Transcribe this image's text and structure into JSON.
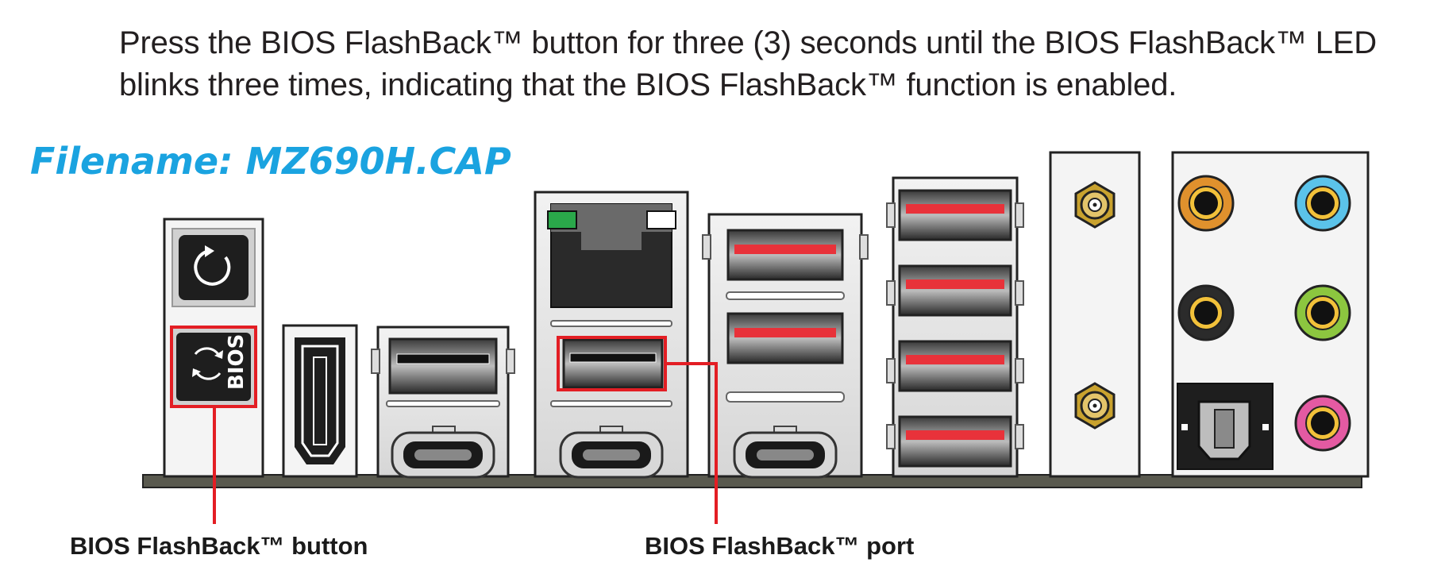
{
  "instruction_text": "Press the BIOS FlashBack™ button for three (3) seconds until the BIOS FlashBack™ LED blinks three times, indicating that the BIOS FlashBack™ function is enabled.",
  "filename_label": "Filename: MZ690H.CAP",
  "callouts": {
    "button": "BIOS FlashBack™ button",
    "port": "BIOS FlashBack™ port"
  },
  "bios_button_label": "BIOS",
  "colors": {
    "highlight": "#e31e24",
    "filename": "#1aa3e0",
    "usb_accent": "#e8323a",
    "lan_led_left": "#2aa84a",
    "audio_orange": "#e0912d",
    "audio_blue": "#5bc3ea",
    "audio_green": "#8cc63f",
    "audio_pink": "#e45aa2",
    "audio_black": "#2b2b2b"
  },
  "icons": [
    "refresh-icon",
    "bios-flashback-icon",
    "hdmi-port-icon",
    "lan-port-icon",
    "usb-a-port-icon",
    "usb-c-port-icon",
    "wifi-antenna-icon",
    "audio-jack-icon",
    "optical-spdif-icon"
  ]
}
